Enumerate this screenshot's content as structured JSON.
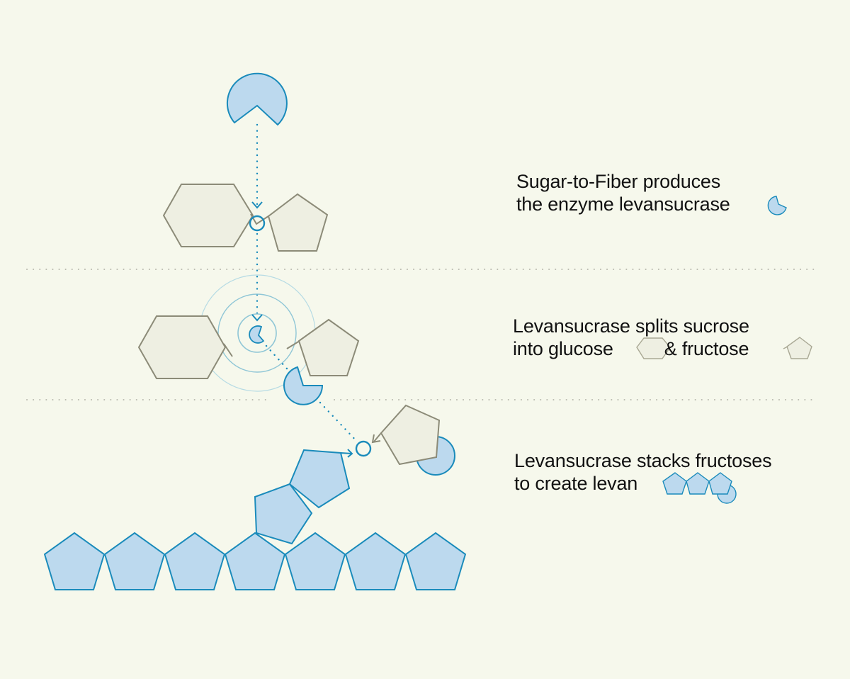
{
  "colors": {
    "background": "#f6f8ec",
    "enzyme_fill": "#bcd9ee",
    "enzyme_stroke": "#1a8bbb",
    "sugar_fill": "#eeefe2",
    "sugar_stroke": "#8c8b78",
    "divider": "#b9b9ae",
    "ripple": "#8fc6d6",
    "text": "#111111"
  },
  "steps": [
    {
      "id": "produce",
      "line1": "Sugar-to-Fiber produces",
      "line2": "the enzyme levansucrase",
      "legend_icons": [
        "enzyme-icon"
      ]
    },
    {
      "id": "split",
      "line1": "Levansucrase splits sucrose",
      "line2_a": "into glucose",
      "line2_b": "& fructose",
      "legend_icons": [
        "glucose-hexagon-icon",
        "fructose-pentagon-icon"
      ]
    },
    {
      "id": "stack",
      "line1": "Levansucrase stacks fructoses",
      "line2": "to create levan",
      "legend_icons": [
        "levan-chain-icon"
      ]
    }
  ],
  "levan_chain_count": 7
}
